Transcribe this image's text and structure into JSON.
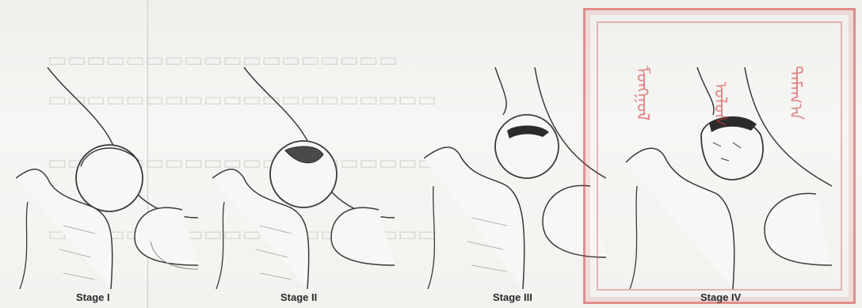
{
  "figures": [
    {
      "caption": "Stage I"
    },
    {
      "caption": "Stage II"
    },
    {
      "caption": "Stage III"
    },
    {
      "caption": "Stage IV"
    }
  ],
  "colors": {
    "ink": "#3a3a3a",
    "bone_fill": "#f7f7f5",
    "shade": "#8a8a88",
    "necrosis": "#2b2b2b",
    "stamp_red": "#d23c3c"
  }
}
